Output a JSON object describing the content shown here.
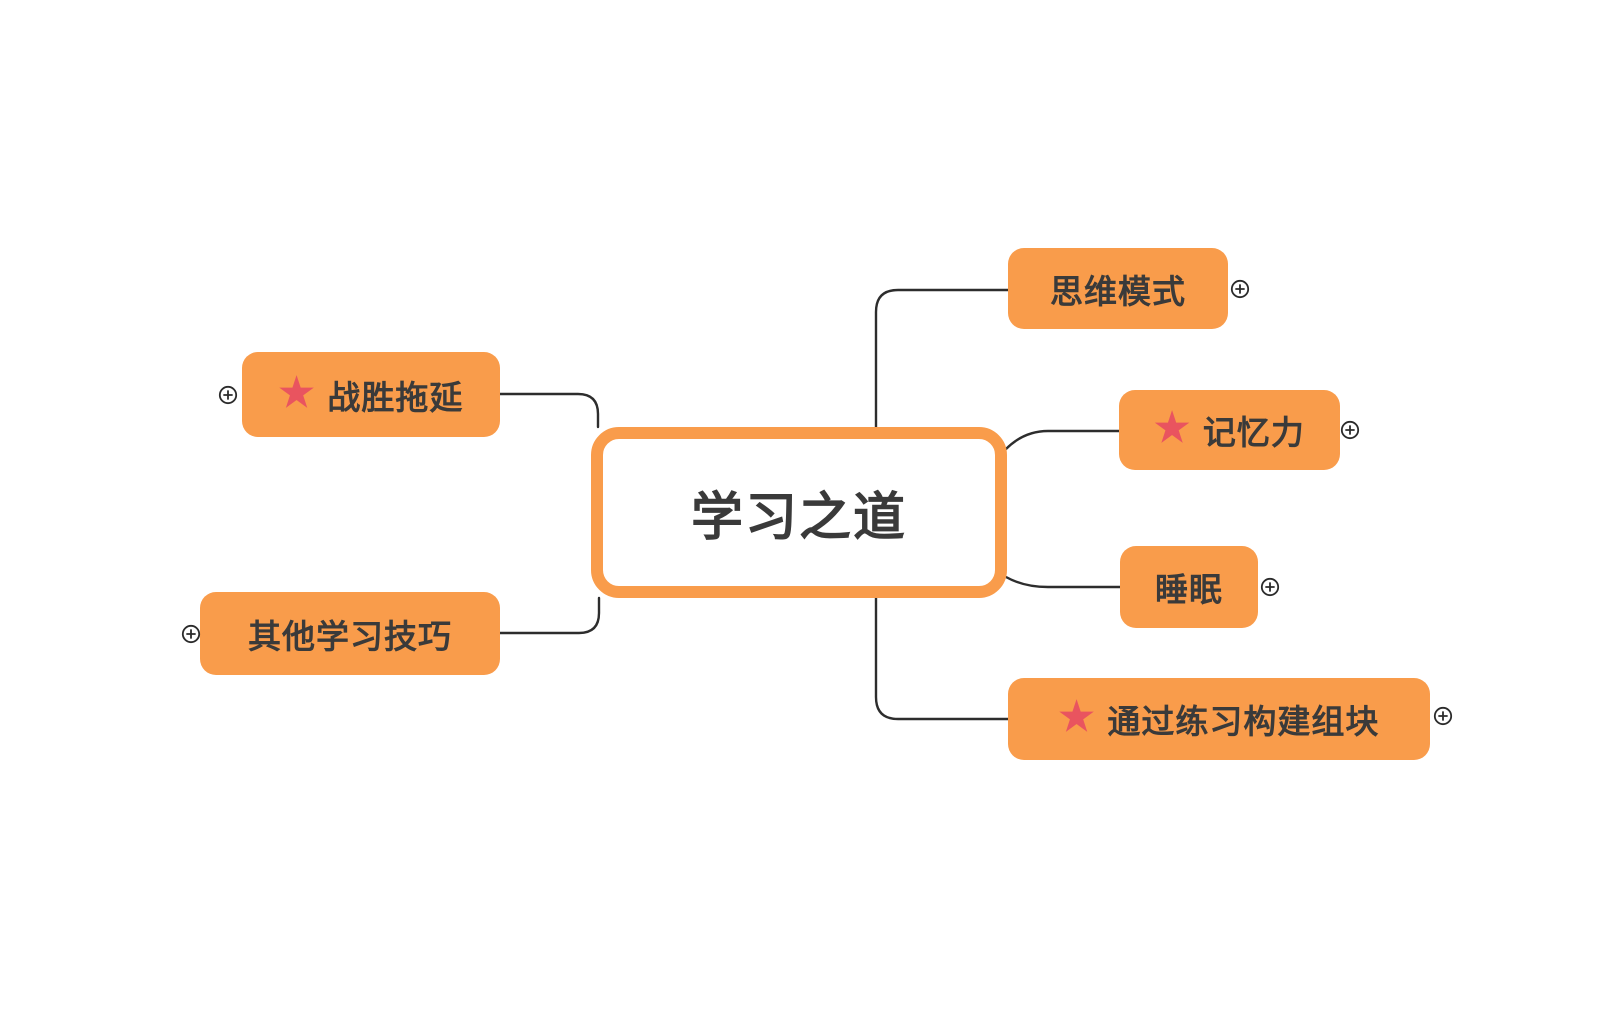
{
  "app": {
    "type": "mindmap-canvas"
  },
  "colors": {
    "background": "#ffffff",
    "topic_fill": "#F99C4B",
    "root_border": "#F99C4B",
    "root_fill": "#ffffff",
    "text": "#3A3A3A",
    "connector": "#2d2d2d",
    "star": "#E9545F",
    "expander_stroke": "#2b2b2b"
  },
  "icons": {
    "star": "star-marker",
    "expander": "plus-circle"
  },
  "root": {
    "label": "学习之道"
  },
  "topics": [
    {
      "label": "战胜拖延",
      "starred": true,
      "side": "left"
    },
    {
      "label": "其他学习技巧",
      "starred": false,
      "side": "left"
    },
    {
      "label": "思维模式",
      "starred": false,
      "side": "right"
    },
    {
      "label": "记忆力",
      "starred": true,
      "side": "right"
    },
    {
      "label": "睡眠",
      "starred": false,
      "side": "right"
    },
    {
      "label": "通过练习构建组块",
      "starred": true,
      "side": "right"
    }
  ]
}
